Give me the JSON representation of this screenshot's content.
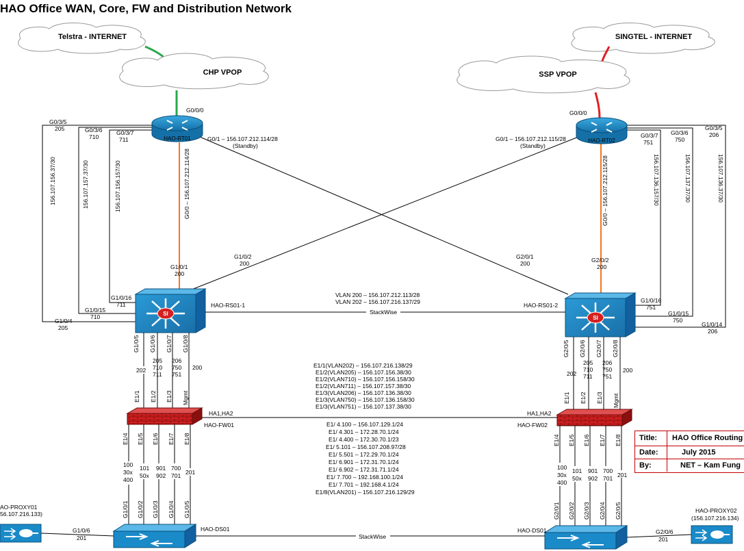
{
  "page_title": "HAO Office WAN, Core, FW and Distribution Network",
  "clouds": {
    "telstra": "Telstra - INTERNET",
    "singtel": "SINGTEL - INTERNET",
    "chp": "CHP VPOP",
    "ssp": "SSP VPOP"
  },
  "routers": {
    "rt01": {
      "name": "HAO-RT01",
      "g000": "G0/0/0",
      "g01": "G0/1 – 156.107.212.114/28",
      "standby": "(Standby)",
      "g00_link": "G0/0 – 156.107.212.114/28"
    },
    "rt02": {
      "name": "HAO-RT02",
      "g000": "G0/0/0",
      "g01": "G0/1 – 156.107.212.115/28",
      "standby": "(Standby)",
      "g00_link": "G0/0 – 156.107.212.115/28"
    }
  },
  "left_ports": {
    "p1": "G0/3/5",
    "p1v": "205",
    "p2": "G0/3/6",
    "p2v": "710",
    "p3": "G0/3/7",
    "p3v": "711",
    "n1": "156.107.156.37/30",
    "n2": "156.107.157.37/30",
    "n3": "156.107.156.157/30",
    "s16": "G1/0/16",
    "s16v": "711",
    "s15": "G1/0/15",
    "s15v": "710",
    "s4": "G1/0/4",
    "s4v": "205",
    "g101": "G1/0/1",
    "g101v": "200",
    "g102": "G1/0/2",
    "g102v": "200"
  },
  "right_ports": {
    "p1": "G0/3/7",
    "p1v": "751",
    "p2": "G0/3/6",
    "p2v": "750",
    "p3": "G0/3/5",
    "p3v": "206",
    "n1": "156.107.136.157/30",
    "n2": "156.107.137.37/30",
    "n3": "156.107.136.37/30",
    "s16": "G1/0/16",
    "s16v": "751",
    "s15": "G1/0/15",
    "s15v": "750",
    "s14": "G1/0/14",
    "s14v": "206",
    "g201": "G2/0/1",
    "g201v": "200",
    "g202": "G2/0/2",
    "g202v": "200"
  },
  "core": {
    "rs1": "HAO-RS01-1",
    "rs2": "HAO-RS01-2",
    "vlan200": "VLAN 200 – 156.107.212.113/28",
    "vlan202": "VLAN 202 – 156.107.216.137/29",
    "stackwise": "StackWise"
  },
  "rs1_down": {
    "p5": "G1/0/5",
    "p6": "G1/0/6",
    "p7": "G1/0/7",
    "p8": "G1/0/8",
    "v5": "202",
    "v6a": "205",
    "v6b": "710",
    "v6c": "711",
    "v7a": "206",
    "v7b": "750",
    "v7c": "751",
    "v8": "200"
  },
  "rs2_down": {
    "p5": "G2/0/5",
    "p6": "G2/0/6",
    "p7": "G2/0/7",
    "p8": "G2/0/8",
    "v5": "202",
    "v6a": "205",
    "v6b": "710",
    "v6c": "711",
    "v7a": "206",
    "v7b": "750",
    "v7c": "751",
    "v8": "200"
  },
  "fw_top_ports": {
    "e1": "E1/1",
    "e2": "E1/2",
    "e3": "E1/3",
    "mg": "Mgmt"
  },
  "fw_bottom_ports": {
    "e4": "E1/4",
    "e5": "E1/5",
    "e6": "E1/6",
    "e7": "E1/7",
    "e8": "E1/8"
  },
  "fw": {
    "fw1": "HAO-FW01",
    "fw2": "HAO-FW02",
    "ha1": "HA1,HA2",
    "ha2": "HA1,HA2"
  },
  "fw_outside": [
    "E1/1(VLAN202) – 156.107.216.138/29",
    "E1/2(VLAN205) – 156.107.156.38/30",
    "E1/2(VLAN710) – 156.107.156.158/30",
    "E1/2(VLAN711) – 156.107.157.38/30",
    "E1/3(VLAN206) – 156.107.136.38/30",
    "E1/3(VLAN750) – 156.107.136.158/30",
    "E1/3(VLAN751) – 156.107.137.38/30"
  ],
  "fw_inside": [
    "E1/ 4.100 – 156.107.129.1/24",
    "E1/ 4.301 – 172.28.70.1/24",
    "E1/ 4.400 – 172.30.70.1/23",
    "E1/ 5.101 – 156.107.208.97/28",
    "E1/ 5.501 – 172.29.70.1/24",
    "E1/ 6.901 – 172.31.70.1/24",
    "E1/ 6.902 – 172.31.71.1/24",
    "E1/ 7.700 – 192.168.100.1/24",
    "E1/ 7.701 – 192.168.4.1/24",
    "E1/8(VLAN201) – 156.107.216.129/29"
  ],
  "fw_down_vlans": {
    "a1": "100",
    "a2": "30x",
    "a3": "400",
    "b1": "101",
    "b2": "50x",
    "c1": "901",
    "c2": "902",
    "d1": "700",
    "d2": "701",
    "e1": "201"
  },
  "ds1_ports": {
    "p1": "G1/0/1",
    "p2": "G1/0/2",
    "p3": "G1/0/3",
    "p4": "G1/0/4",
    "p5": "G1/0/5"
  },
  "ds2_ports": {
    "p1": "G2/0/1",
    "p2": "G2/0/2",
    "p3": "G2/0/3",
    "p4": "G2/0/4",
    "p5": "G2/0/5"
  },
  "distribution": {
    "ds_left": "HAO-DS01",
    "ds_right": "HAO-DS01",
    "stackwise": "StackWise"
  },
  "proxies": {
    "p1_name": "AO-PROXY01",
    "p1_ip": "56.107.216.133)",
    "p1_port": "G1/0/6",
    "p1_vlan": "201",
    "p2_name": "HAO-PROXY02",
    "p2_ip": "(156.107.216.134)",
    "p2_port": "G2/0/6",
    "p2_vlan": "201"
  },
  "title_block": {
    "title_label": "Title:",
    "title_value": "HAO  Office Routing",
    "date_label": "Date:",
    "date_value": "July 2015",
    "by_label": "By:",
    "by_value": "NET – Kam Fung"
  },
  "colors": {
    "green": "#2aa84a",
    "red": "#e02020",
    "orange": "#f07820",
    "device_blue": "#1a8ac8",
    "fw_red": "#c81818"
  }
}
